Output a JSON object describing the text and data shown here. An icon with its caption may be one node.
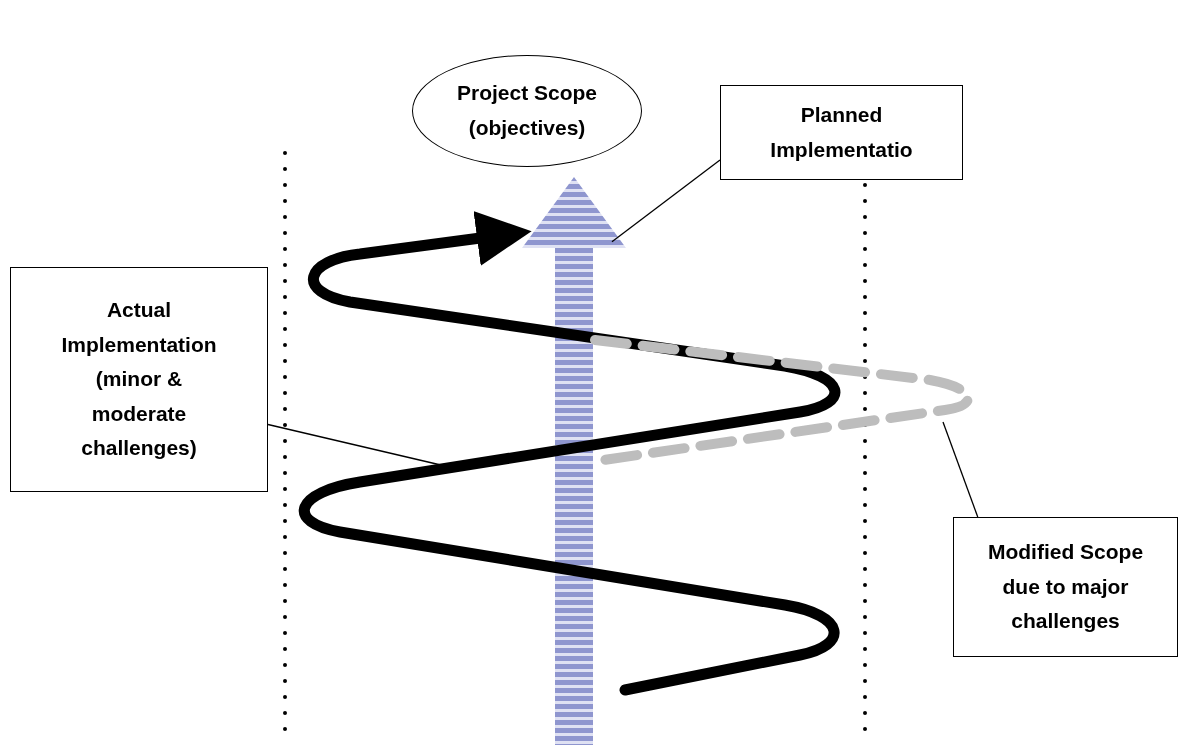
{
  "diagram": {
    "nodes": [
      {
        "text": [
          "Project Scope (objectives)"
        ]
      },
      {
        "text": [
          "Planned Implementatio"
        ]
      },
      {
        "text": [],
        "shape": "arrow"
      },
      {
        "text": [
          "Actual Implementation (minor & moderate challenges)"
        ]
      },
      {
        "text": [],
        "shape": "spiral"
      },
      {
        "text": [
          "Modified Scope due to major challenges"
        ]
      },
      {
        "text": [],
        "shape": "curve"
      }
    ],
    "edges": [
      {
        "from": 1,
        "to": 2,
        "arrow": "none"
      },
      {
        "from": 3,
        "to": 4,
        "arrow": "none"
      },
      {
        "from": 5,
        "to": 6,
        "arrow": "none"
      }
    ]
  }
}
